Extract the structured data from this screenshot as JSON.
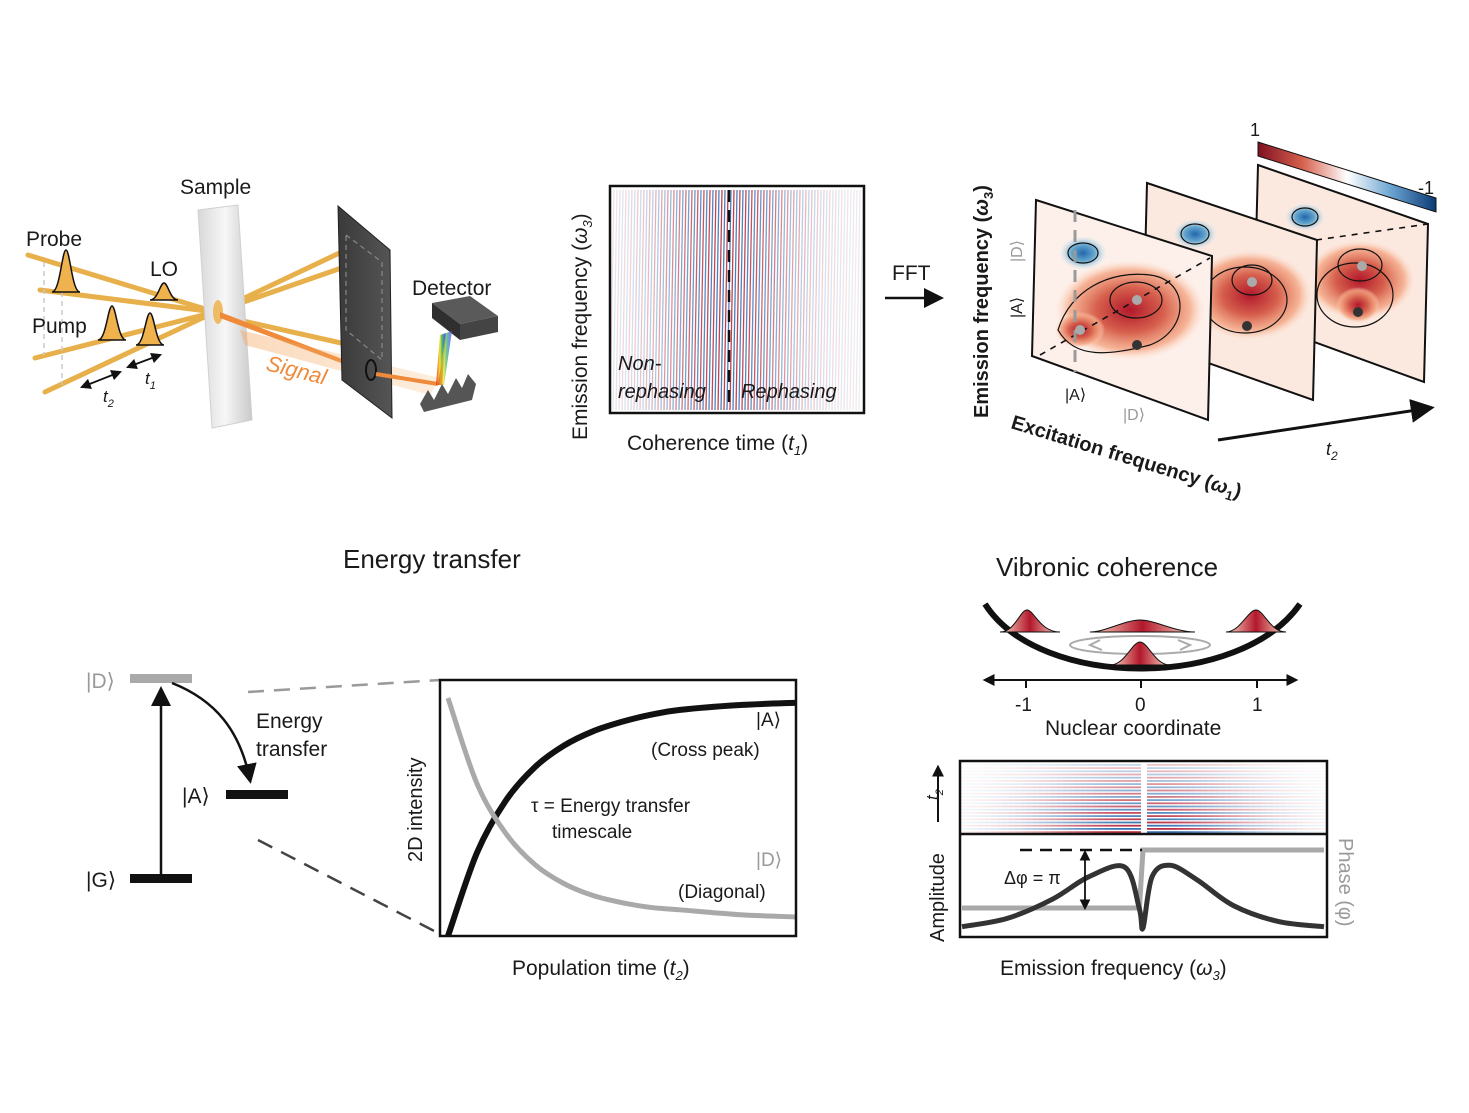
{
  "setup": {
    "sample_label": "Sample",
    "probe_label": "Probe",
    "lo_label": "LO",
    "pump_label": "Pump",
    "detector_label": "Detector",
    "signal_label": "Signal",
    "t1_label": "t",
    "t1_sub": "1",
    "t2_label": "t",
    "t2_sub": "2"
  },
  "time_map": {
    "ylabel": "Emission frequency (",
    "ylabel_sym": "ω",
    "ylabel_sub": "3",
    "ylabel_end": ")",
    "xlabel": "Coherence time (",
    "xlabel_sym": "t",
    "xlabel_sub": "1",
    "xlabel_end": ")",
    "nonrephasing_1": "Non-",
    "nonrephasing_2": "rephasing",
    "rephasing": "Rephasing",
    "fft_label": "FFT"
  },
  "spectra": {
    "colorbar_max": "1",
    "colorbar_min": "-1",
    "ylabel": "Emission frequency (",
    "ylabel_sym": "ω",
    "ylabel_sub": "3",
    "ylabel_end": ")",
    "xlabel": "Excitation frequency (",
    "xlabel_sym": "ω",
    "xlabel_sub": "1",
    "xlabel_end": ")",
    "t2_label": "t",
    "t2_sub": "2",
    "ket_D": "D",
    "ket_A": "A",
    "colors": {
      "positive": "#b2182b",
      "negative": "#2166ac"
    }
  },
  "energy_transfer": {
    "title": "Energy transfer",
    "level_D": "D",
    "level_A": "A",
    "level_G": "G",
    "transfer_label_1": "Energy",
    "transfer_label_2": "transfer",
    "ylabel": "2D intensity",
    "xlabel": "Population time (",
    "xlabel_sym": "t",
    "xlabel_sub": "2",
    "xlabel_end": ")",
    "cross_ket": "A",
    "cross_label": "(Cross peak)",
    "diag_ket": "D",
    "diag_label": "(Diagonal)",
    "tau_line1": "τ = Energy transfer",
    "tau_line2": "timescale"
  },
  "vibronic": {
    "title": "Vibronic coherence",
    "axis_label": "Nuclear coordinate",
    "ticks": [
      "-1",
      "0",
      "1"
    ],
    "ylabel_t2": "t",
    "ylabel_t2_sub": "2",
    "amplitude_label": "Amplitude",
    "phase_label": "Phase (φ)",
    "dphi_label": "Δφ = π",
    "xlabel": "Emission frequency (",
    "xlabel_sym": "ω",
    "xlabel_sub": "3",
    "xlabel_end": ")"
  },
  "chart_data": [
    {
      "type": "line",
      "title": "",
      "xlabel": "Population time (t2)",
      "ylabel": "2D intensity",
      "x": [
        0,
        0.5,
        1,
        1.5,
        2,
        2.5,
        3,
        3.5,
        4,
        5,
        6
      ],
      "series": [
        {
          "name": "|A> (Cross peak)",
          "values": [
            0.0,
            0.35,
            0.57,
            0.71,
            0.8,
            0.86,
            0.9,
            0.93,
            0.95,
            0.97,
            0.98
          ]
        },
        {
          "name": "|D> (Diagonal)",
          "values": [
            1.0,
            0.64,
            0.43,
            0.3,
            0.22,
            0.17,
            0.14,
            0.12,
            0.11,
            0.09,
            0.08
          ]
        }
      ]
    },
    {
      "type": "line",
      "title": "",
      "xlabel": "Emission frequency (ω3)",
      "ylabel": "Amplitude",
      "x": [
        -1,
        -0.75,
        -0.5,
        -0.3,
        -0.1,
        -0.02,
        0,
        0.05,
        0.15,
        0.3,
        0.5,
        0.75,
        1
      ],
      "series": [
        {
          "name": "Amplitude",
          "values": [
            0.02,
            0.15,
            0.45,
            0.8,
            0.95,
            0.3,
            0.0,
            0.8,
            0.98,
            0.75,
            0.35,
            0.1,
            0.02
          ]
        },
        {
          "name": "Phase (φ)",
          "values": [
            0,
            0,
            0,
            0,
            0,
            0,
            1,
            1,
            1,
            1,
            1,
            1,
            1
          ]
        }
      ]
    }
  ]
}
